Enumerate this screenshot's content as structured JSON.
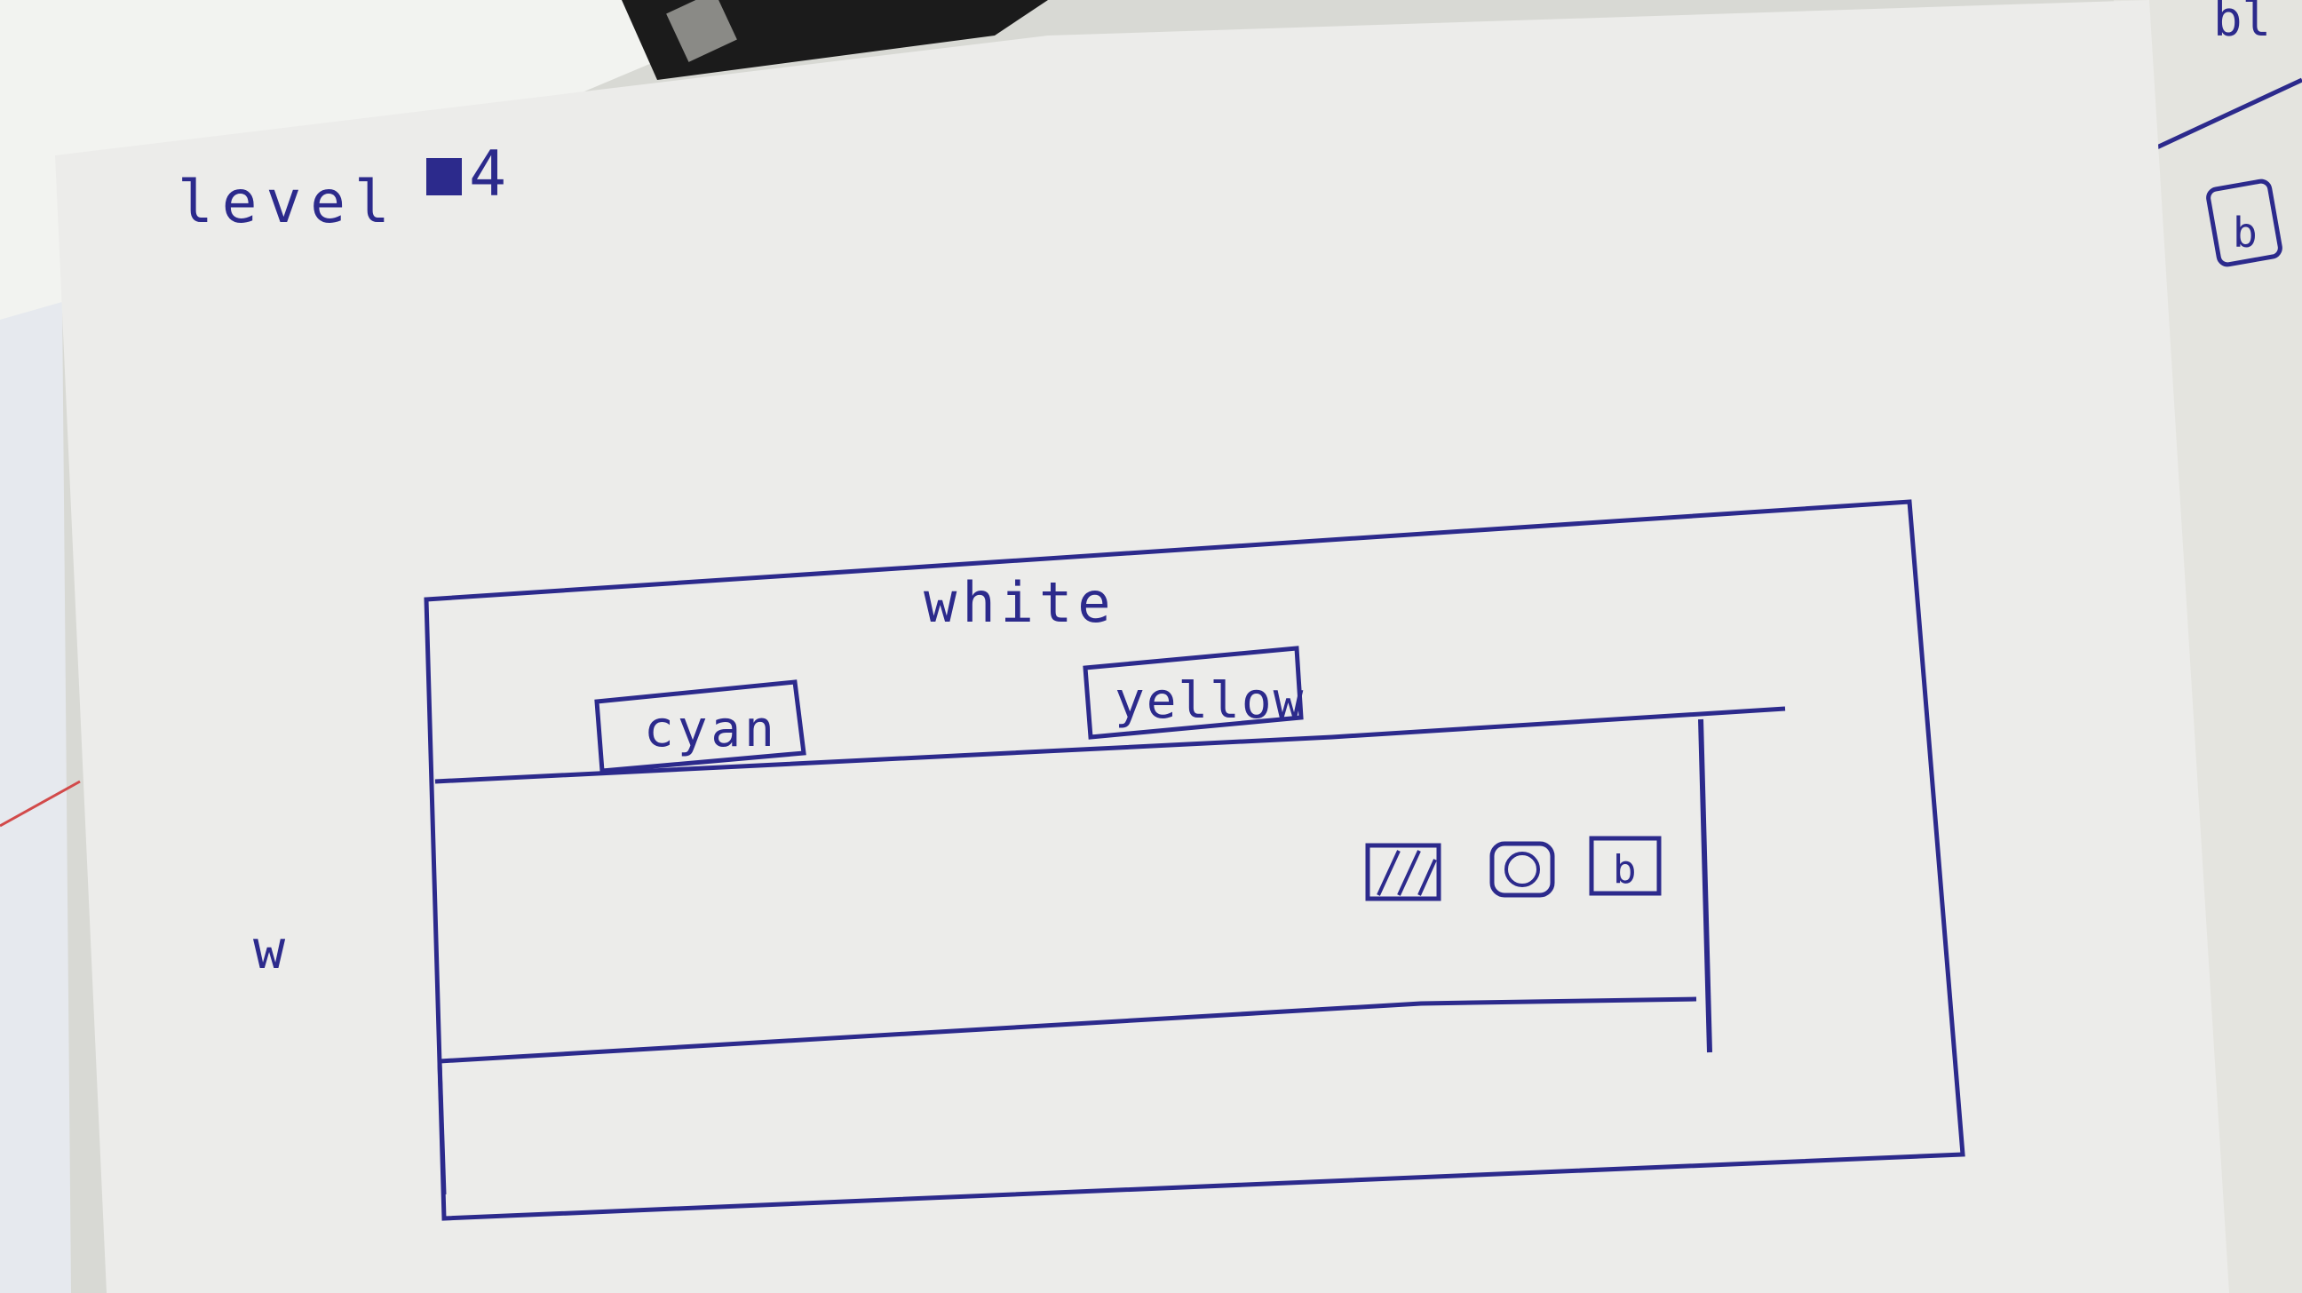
{
  "photo": {
    "level_label": "level",
    "level_number": "4",
    "outer_region_label": "white",
    "left_button_label": "cyan",
    "right_button_label": "yellow",
    "side_label": "w",
    "icons": [
      "slashed-square-icon",
      "s-circle-icon",
      "b-square-icon"
    ],
    "right_page_icon_letter": "b",
    "right_page_corner_text": "bl",
    "ink_color": "#2c2a8c",
    "paper_color": "#ececea"
  }
}
